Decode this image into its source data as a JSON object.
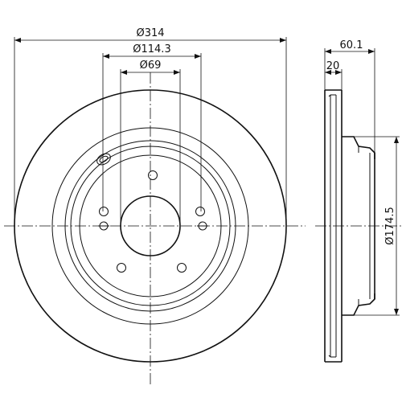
{
  "drawing": {
    "front_view": {
      "outer_diameter_label": "Ø314",
      "bolt_circle_label": "Ø114.3",
      "center_bore_label": "Ø69"
    },
    "side_view": {
      "overall_height_label": "60.1",
      "disc_thickness_label": "20",
      "hat_diameter_label": "Ø174.5"
    }
  }
}
